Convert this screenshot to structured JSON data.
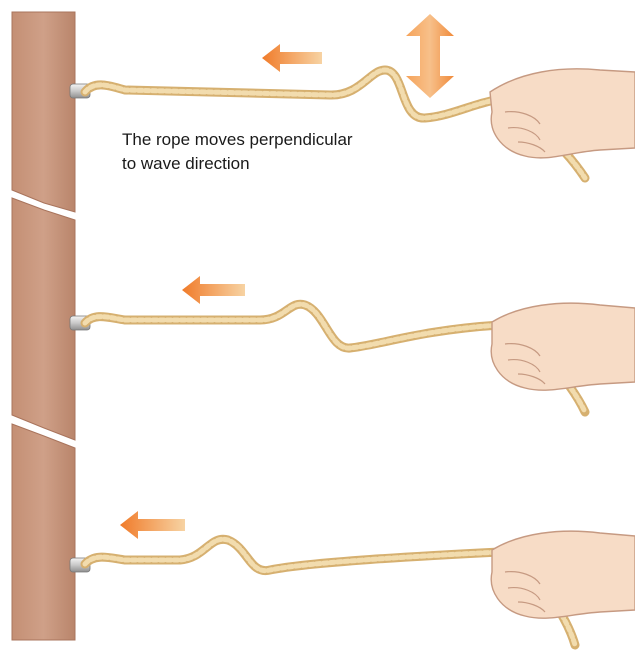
{
  "caption": {
    "line1": "The rope moves perpendicular",
    "line2": "to wave direction"
  },
  "colors": {
    "post": "#c99a80",
    "post_shade": "#b07f66",
    "rope": "#e3c48a",
    "rope_twist": "#b8914f",
    "arrow_start": "#f7d3a3",
    "arrow_end": "#f07b2a",
    "skin": "#f7dcc6",
    "skin_outline": "#c69a82"
  },
  "icons": {
    "wave_arrow": "left-arrow-icon",
    "motion_arrow": "up-down-arrow-icon",
    "hand": "hand-icon",
    "peg": "peg-icon"
  },
  "panels": [
    {
      "step": 1,
      "pulse_direction": "left",
      "show_vertical_motion": true
    },
    {
      "step": 2,
      "pulse_direction": "left",
      "show_vertical_motion": false
    },
    {
      "step": 3,
      "pulse_direction": "left",
      "show_vertical_motion": false
    }
  ]
}
